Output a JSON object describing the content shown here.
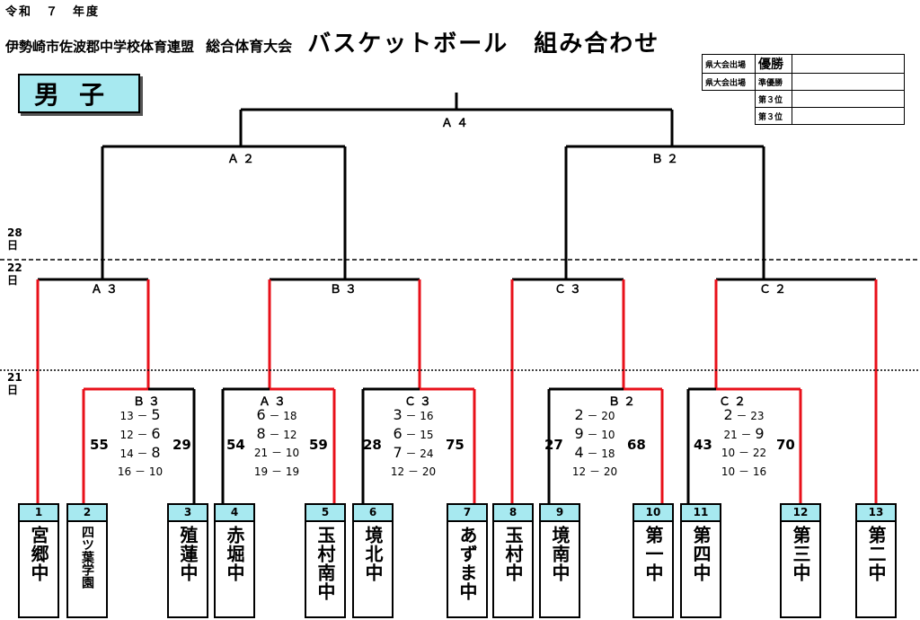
{
  "header": {
    "era": "令和　７　年度",
    "organizer": "伊勢崎市佐波郡中学校体育連盟",
    "event": "総合体育大会",
    "title": "バスケットボール　組み合わせ",
    "gender": "男子"
  },
  "results_table": {
    "rows": [
      {
        "venue": "県大会出場",
        "place": "優勝",
        "big": true
      },
      {
        "venue": "県大会出場",
        "place": "準優勝",
        "big": false
      },
      {
        "venue": "",
        "place": "第３位",
        "big": false
      },
      {
        "venue": "",
        "place": "第３位",
        "big": false
      }
    ]
  },
  "days": [
    {
      "label": "28\n日"
    },
    {
      "label": "22\n日"
    },
    {
      "label": "21\n日"
    }
  ],
  "game_labels": {
    "A4": "Ａ４",
    "A2": "Ａ２",
    "B2_top": "Ｂ２",
    "A3_mid": "Ａ３",
    "B3_mid": "Ｂ３",
    "C3_mid": "Ｃ３",
    "C2_mid": "Ｃ２",
    "B3_low": "Ｂ３",
    "A3_low": "Ａ３",
    "C3_low": "Ｃ３",
    "B2_low": "Ｂ２",
    "C2_low": "Ｃ２"
  },
  "teams": [
    {
      "num": "1",
      "name": "宮郷中"
    },
    {
      "num": "2",
      "name": "四ツ葉学園"
    },
    {
      "num": "3",
      "name": "殖蓮中"
    },
    {
      "num": "4",
      "name": "赤堀中"
    },
    {
      "num": "5",
      "name": "玉村南中"
    },
    {
      "num": "6",
      "name": "境北中"
    },
    {
      "num": "7",
      "name": "あずま中"
    },
    {
      "num": "8",
      "name": "玉村中"
    },
    {
      "num": "9",
      "name": "境南中"
    },
    {
      "num": "10",
      "name": "第一中"
    },
    {
      "num": "11",
      "name": "第四中"
    },
    {
      "num": "12",
      "name": "第三中"
    },
    {
      "num": "13",
      "name": "第二中"
    }
  ],
  "games": [
    {
      "id": "g1",
      "left_total": "55",
      "right_total": "29",
      "periods": [
        [
          "13",
          "5"
        ],
        [
          "12",
          "6"
        ],
        [
          "14",
          "8"
        ],
        [
          "16",
          "10"
        ]
      ]
    },
    {
      "id": "g2",
      "left_total": "54",
      "right_total": "59",
      "periods": [
        [
          "6",
          "18"
        ],
        [
          "8",
          "12"
        ],
        [
          "21",
          "10"
        ],
        [
          "19",
          "19"
        ]
      ]
    },
    {
      "id": "g3",
      "left_total": "28",
      "right_total": "75",
      "periods": [
        [
          "3",
          "16"
        ],
        [
          "6",
          "15"
        ],
        [
          "7",
          "24"
        ],
        [
          "12",
          "20"
        ]
      ]
    },
    {
      "id": "g4",
      "left_total": "27",
      "right_total": "68",
      "periods": [
        [
          "2",
          "20"
        ],
        [
          "9",
          "10"
        ],
        [
          "4",
          "18"
        ],
        [
          "12",
          "20"
        ]
      ]
    },
    {
      "id": "g5",
      "left_total": "43",
      "right_total": "70",
      "periods": [
        [
          "2",
          "23"
        ],
        [
          "21",
          "9"
        ],
        [
          "10",
          "22"
        ],
        [
          "10",
          "16"
        ]
      ]
    }
  ],
  "colors": {
    "win": "#e8101a",
    "line": "#000000",
    "accent": "#a7e9f0"
  }
}
